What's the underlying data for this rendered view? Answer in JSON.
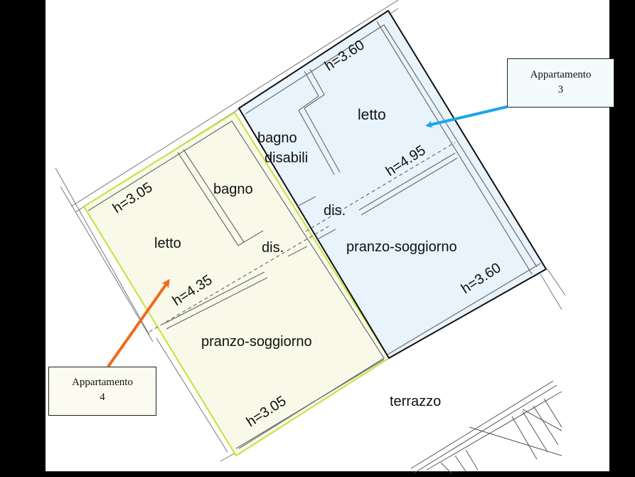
{
  "colors": {
    "apartment_3_fill": "#e8f3fc",
    "apartment_4_fill": "#f8f9e8",
    "apartment_4_outline": "#c8e03a",
    "apartment_3_outline": "#111111",
    "arrow_3": "#1aa6ee",
    "arrow_4": "#f06a1a",
    "wall": "#6e6e6e"
  },
  "callouts": [
    {
      "id": "apartment-3",
      "line1": "Appartamento",
      "line2": "3"
    },
    {
      "id": "apartment-4",
      "line1": "Appartamento",
      "line2": "4"
    }
  ],
  "apartment_3": {
    "rooms": [
      {
        "name": "letto",
        "height": "h=3.60"
      },
      {
        "name": "bagno disabili",
        "line1": "bagno",
        "line2": "disabili"
      },
      {
        "name": "dis."
      },
      {
        "name": "pranzo-soggiorno",
        "height": "h=3.60"
      }
    ],
    "ridge_height": "h=4.95"
  },
  "apartment_4": {
    "rooms": [
      {
        "name": "letto",
        "height": "h=3.05"
      },
      {
        "name": "bagno"
      },
      {
        "name": "dis."
      },
      {
        "name": "pranzo-soggiorno",
        "height": "h=3.05"
      }
    ],
    "ridge_height": "h=4.35"
  },
  "outdoor": {
    "terrace": "terrazzo"
  }
}
